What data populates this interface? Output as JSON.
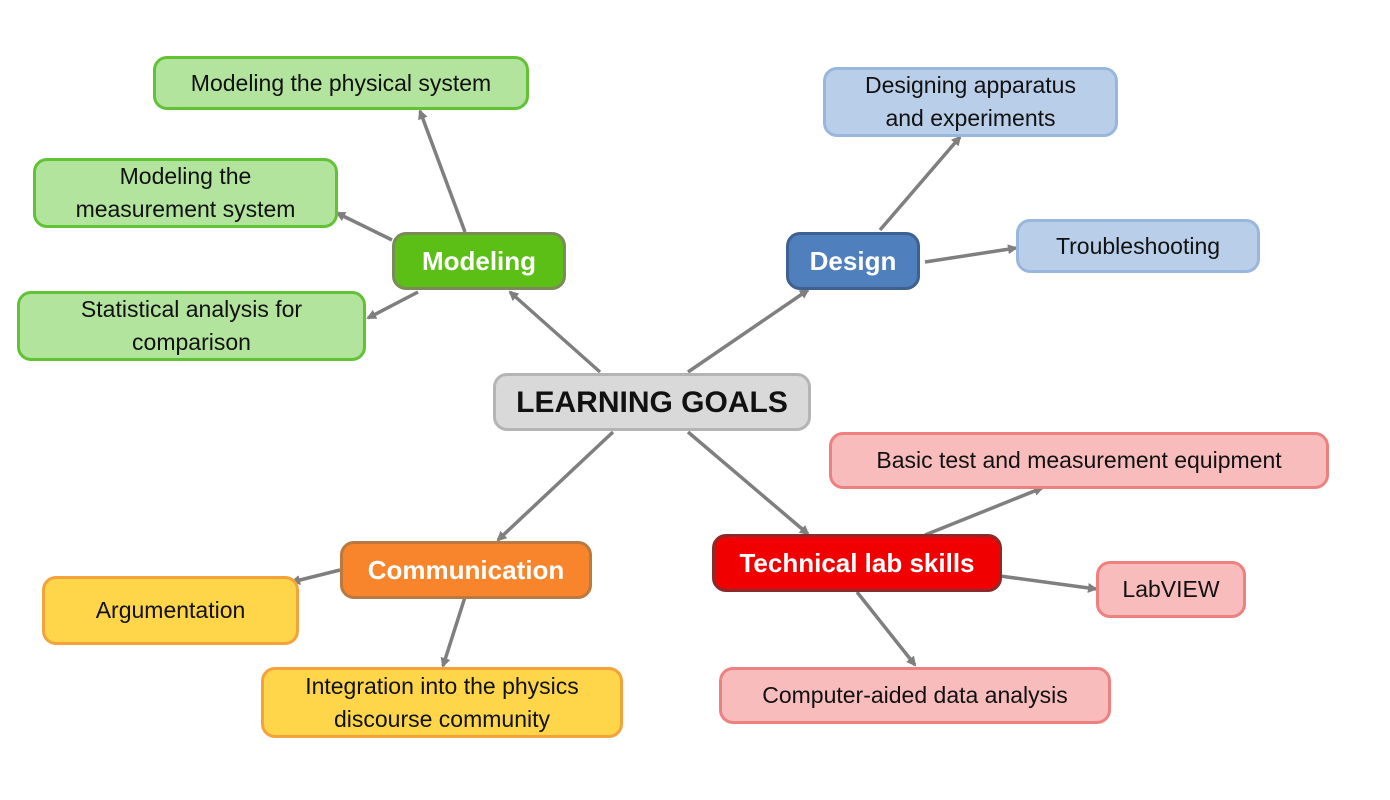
{
  "root": {
    "label": "LEARNING GOALS"
  },
  "modeling": {
    "label": "Modeling",
    "children": [
      [
        "Modeling the physical system"
      ],
      [
        "Modeling the",
        "measurement system"
      ],
      [
        "Statistical analysis for",
        "comparison"
      ]
    ]
  },
  "design": {
    "label": "Design",
    "children": [
      [
        "Designing apparatus",
        "and experiments"
      ],
      [
        "Troubleshooting"
      ]
    ]
  },
  "communication": {
    "label": "Communication",
    "children": [
      [
        "Argumentation"
      ],
      [
        "Integration into the physics",
        "discourse community"
      ]
    ]
  },
  "technical": {
    "label": "Technical lab skills",
    "children": [
      [
        "Basic test and measurement equipment"
      ],
      [
        "LabVIEW"
      ],
      [
        "Computer-aided data analysis"
      ]
    ]
  },
  "colors": {
    "modeling": "#5bbf15",
    "design": "#4f7fbd",
    "communication": "#f8852c",
    "technical": "#f00000",
    "root": "#d9d9d9",
    "connector": "#7f7f7f"
  }
}
